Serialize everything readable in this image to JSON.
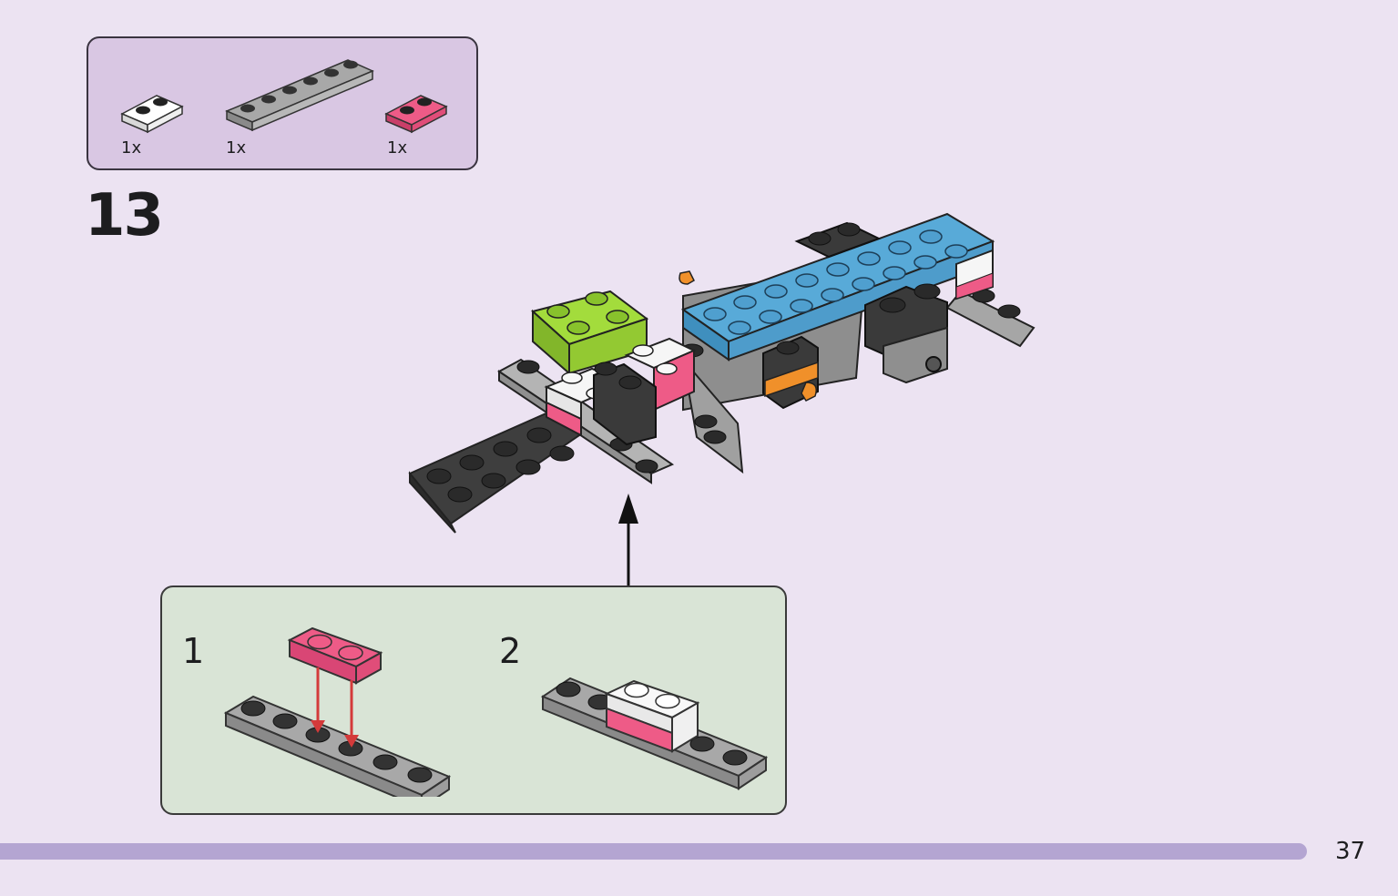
{
  "parts_list": {
    "items": [
      {
        "name": "white-plate-1x2",
        "quantity": "1x",
        "color": "#f4f4f4"
      },
      {
        "name": "gray-plate-1x6",
        "quantity": "1x",
        "color": "#a8a8a8"
      },
      {
        "name": "pink-plate-1x2",
        "quantity": "1x",
        "color": "#ee5b87"
      }
    ],
    "background_color": "#d9c7e3"
  },
  "step": {
    "number": "13"
  },
  "sub_assembly": {
    "steps": [
      {
        "number": "1"
      },
      {
        "number": "2"
      }
    ],
    "background_color": "#d9e4d6"
  },
  "colors": {
    "page_background": "#ece3f2",
    "dark_gray": "#3a3a3a",
    "light_gray": "#a8a8a8",
    "lime": "#9bd232",
    "azure": "#58aad8",
    "orange": "#f0902a",
    "pink": "#ee5b87",
    "arrow_red": "#d43a3a"
  },
  "footer": {
    "page_number": "37",
    "bar_color": "#b4a5d2"
  }
}
